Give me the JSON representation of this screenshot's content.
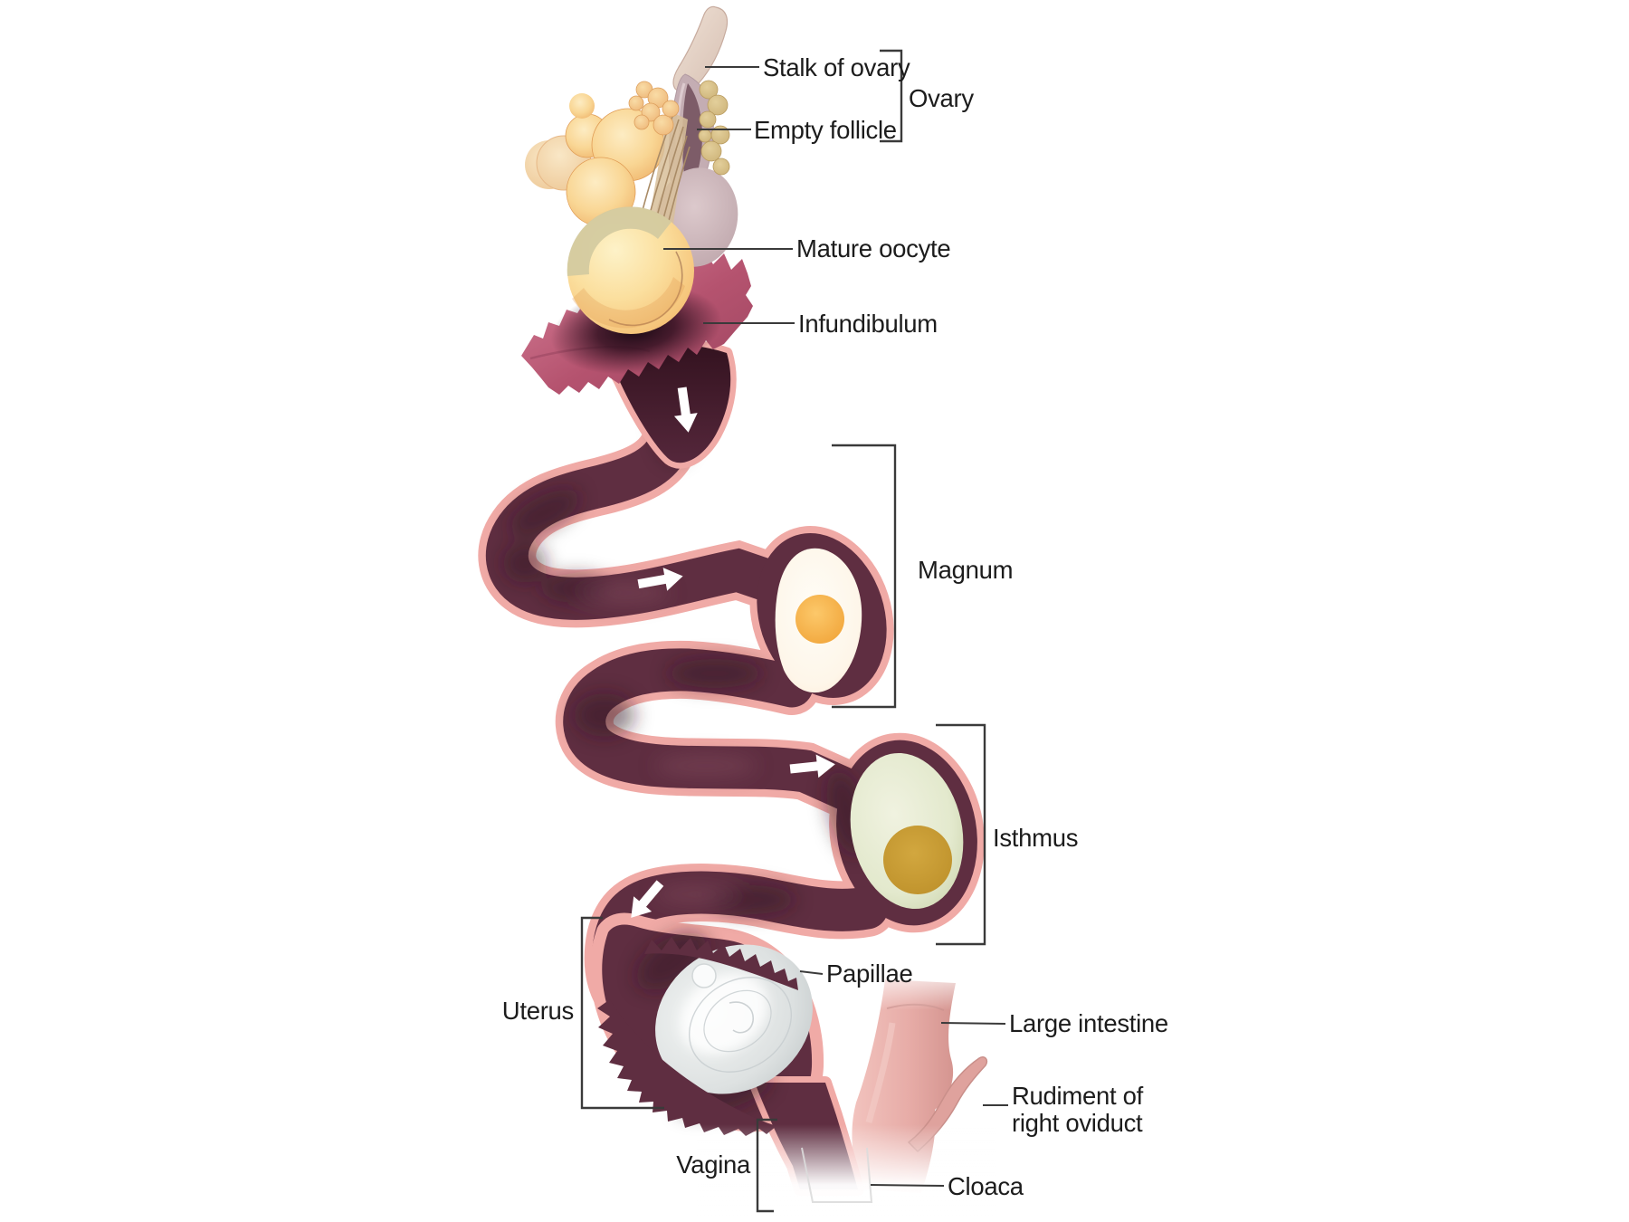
{
  "diagram": {
    "kind": "anatomical-diagram",
    "labels": {
      "stalk_of_ovary": "Stalk of ovary",
      "ovary": "Ovary",
      "empty_follicle": "Empty follicle",
      "mature_oocyte": "Mature oocyte",
      "infundibulum": "Infundibulum",
      "magnum": "Magnum",
      "isthmus": "Isthmus",
      "papillae": "Papillae",
      "uterus": "Uterus",
      "large_intestine": "Large intestine",
      "rudiment": {
        "line1": "Rudiment of",
        "line2": "right oviduct"
      },
      "vagina": "Vagina",
      "cloaca": "Cloaca"
    },
    "colors": {
      "background": "#ffffff",
      "outline_pink": "#f0aaa6",
      "tube_dark": "#5f2e41",
      "funnel_rose": "#c05e7b",
      "follicle_orange": "#f2bc77",
      "yolk_orange": "#f4a73c",
      "egg_membrane_green": "#e3e9cd",
      "yolk_olive": "#c89a33",
      "shell_gray": "#dadedd",
      "intestine_pink": "#e7aca7",
      "label_text": "#1c1c1c",
      "annotation_line": "#3a3a3a"
    }
  }
}
